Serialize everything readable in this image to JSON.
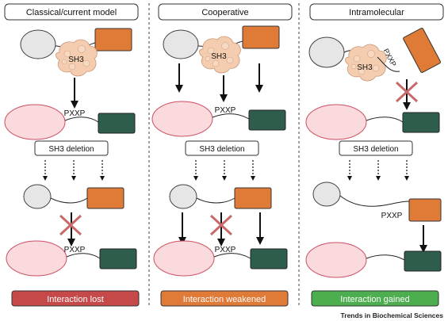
{
  "panels": [
    {
      "title": "Classical/current model",
      "sh3_label": "SH3",
      "motif_top": "PXXP",
      "deletion_label": "SH3 deletion",
      "motif_bottom": "PXXP",
      "result_label": "Interaction lost",
      "result_color": "#c64949"
    },
    {
      "title": "Cooperative",
      "sh3_label": "SH3",
      "motif_top": "PXXP",
      "deletion_label": "SH3 deletion",
      "motif_bottom": "PXXP",
      "result_label": "Interaction weakened",
      "result_color": "#e07a37"
    },
    {
      "title": "Intramolecular",
      "sh3_label": "SH3",
      "motif_top": "PXXP",
      "deletion_label": "SH3 deletion",
      "motif_bottom": "PXXP",
      "result_label": "Interaction gained",
      "result_color": "#4cae4f"
    }
  ],
  "footer": {
    "credit": "Trends in Biochemical Sciences"
  },
  "colors": {
    "grey_domain": "#e6e6e6",
    "orange_domain": "#e07a37",
    "pink_partner": "#fadadd",
    "green_domain": "#2f5d4c",
    "sh3": "#f4cdb0",
    "cross": "#c96a6a"
  }
}
